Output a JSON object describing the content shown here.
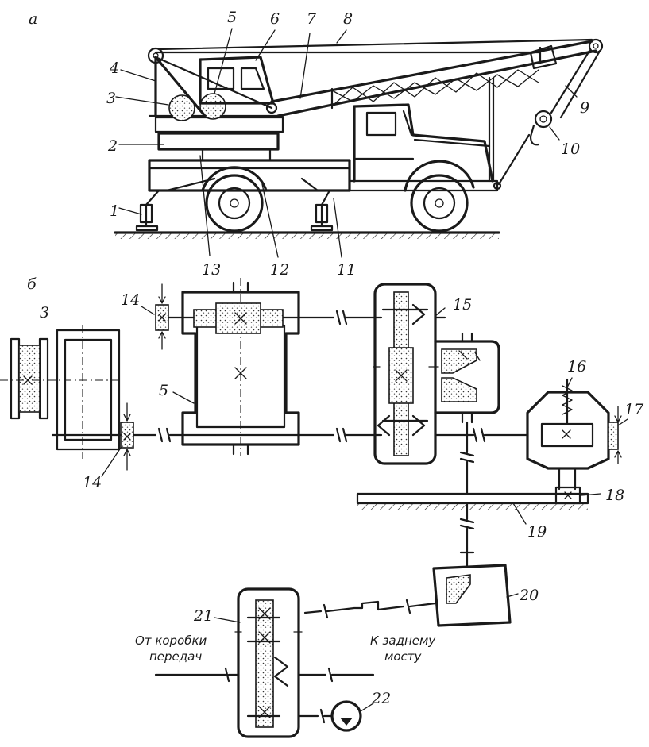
{
  "panel_a": {
    "letter": "а"
  },
  "panel_b": {
    "letter": "б"
  },
  "labels": {
    "n1": "1",
    "n2": "2",
    "n3": "3",
    "n4": "4",
    "n5": "5",
    "n6": "6",
    "n7": "7",
    "n8": "8",
    "n9": "9",
    "n10": "10",
    "n11": "11",
    "n12": "12",
    "n13": "13",
    "n14a": "14",
    "n3b": "3",
    "n5b": "5",
    "n14b": "14",
    "n15": "15",
    "n16": "16",
    "n17": "17",
    "n18": "18",
    "n19": "19",
    "n20": "20",
    "n21": "21",
    "n22": "22"
  },
  "captions": {
    "from_gearbox_line1": "От коробки",
    "from_gearbox_line2": "передач",
    "to_rear_axle_line1": "К заднему",
    "to_rear_axle_line2": "мосту"
  }
}
